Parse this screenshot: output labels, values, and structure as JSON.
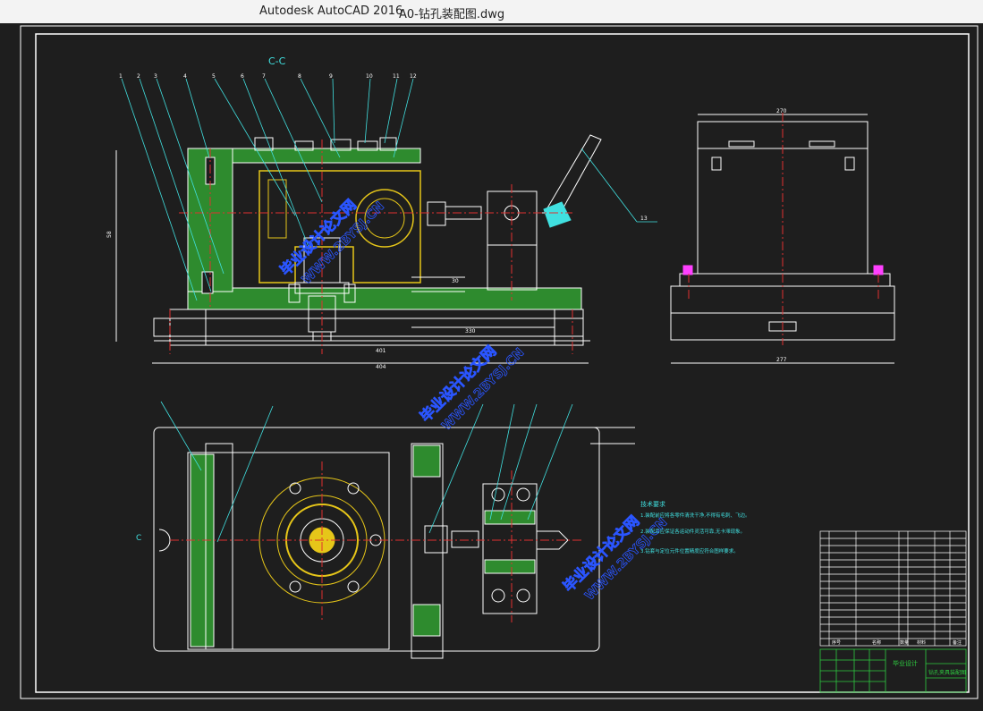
{
  "window": {
    "app_title": "Autodesk AutoCAD 2016",
    "file_title": "A0-钻孔装配图.dwg"
  },
  "drawing": {
    "section_label": "C-C",
    "section_marker": "C",
    "part_callouts_top": [
      "1",
      "2",
      "3",
      "4",
      "5",
      "6",
      "7",
      "8",
      "9",
      "10",
      "11",
      "12"
    ],
    "callout_handle": "13",
    "dim_labels_front": [
      "401",
      "404",
      "330",
      "58",
      "30"
    ],
    "dim_labels_side": [
      "270",
      "277"
    ],
    "watermark_cn": "毕业设计论文网",
    "watermark_url": "WWW.2BYSJ.CN",
    "tech_title": "技术要求",
    "tech_notes": [
      "1.装配前应将各零件清洗干净,不得有毛刺、飞边。",
      "2.装配后应保证各运动件灵活可靠,无卡滞现象。",
      "3.钻套与定位元件位置精度应符合图样要求。"
    ],
    "title_block_school": "毕业设计",
    "title_block_name": "钻孔夹具装配图",
    "title_block_headers": [
      "序号",
      "名称",
      "数量",
      "材料",
      "备注"
    ]
  },
  "colors": {
    "background": "#1e1e1e",
    "white_lines": "#ffffff",
    "green_section": "#2e8b2e",
    "yellow_part": "#e6c619",
    "red_centerline": "#e03030",
    "cyan_callout": "#40e0e0",
    "magenta_mark": "#ff40ff",
    "watermark_blue": "#2a55ff"
  }
}
